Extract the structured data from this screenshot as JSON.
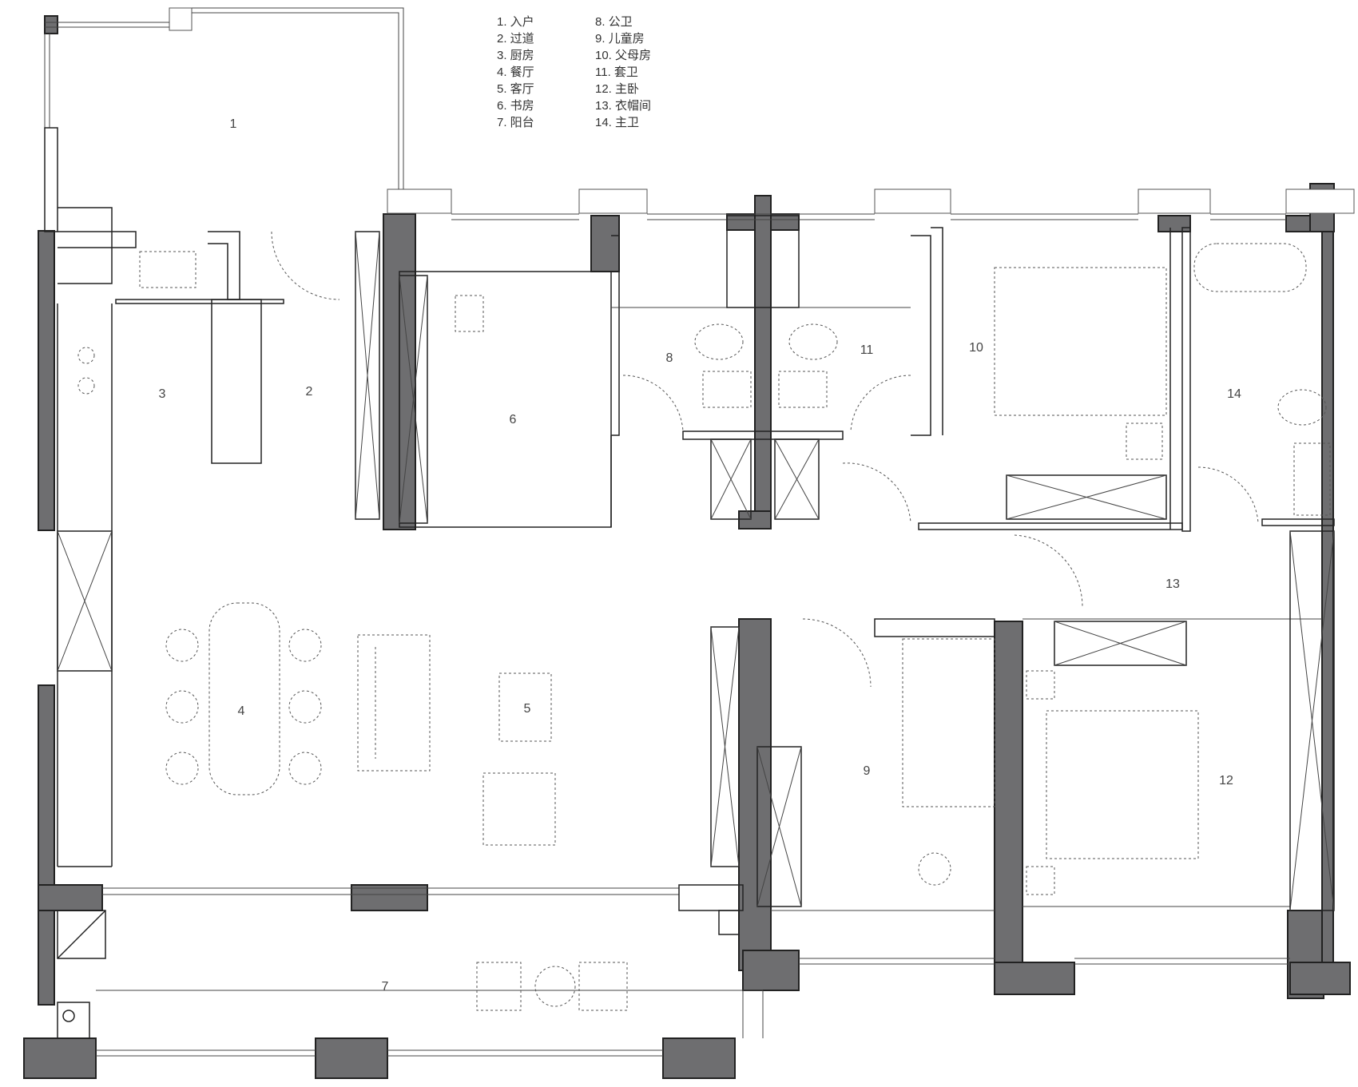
{
  "legend": {
    "col1": [
      "1. 入户",
      "2. 过道",
      "3. 厨房",
      "4. 餐厅",
      "5. 客厅",
      "6. 书房",
      "7. 阳台"
    ],
    "col2": [
      "8. 公卫",
      "9. 儿童房",
      "10. 父母房",
      "11. 套卫",
      "12. 主卧",
      "13. 衣帽间",
      "14. 主卫"
    ]
  },
  "room_numbers": [
    "1",
    "2",
    "3",
    "4",
    "5",
    "6",
    "7",
    "8",
    "9",
    "10",
    "11",
    "12",
    "13",
    "14"
  ],
  "colors": {
    "wall": "#6e6e70",
    "line": "#222222",
    "background": "#ffffff"
  }
}
